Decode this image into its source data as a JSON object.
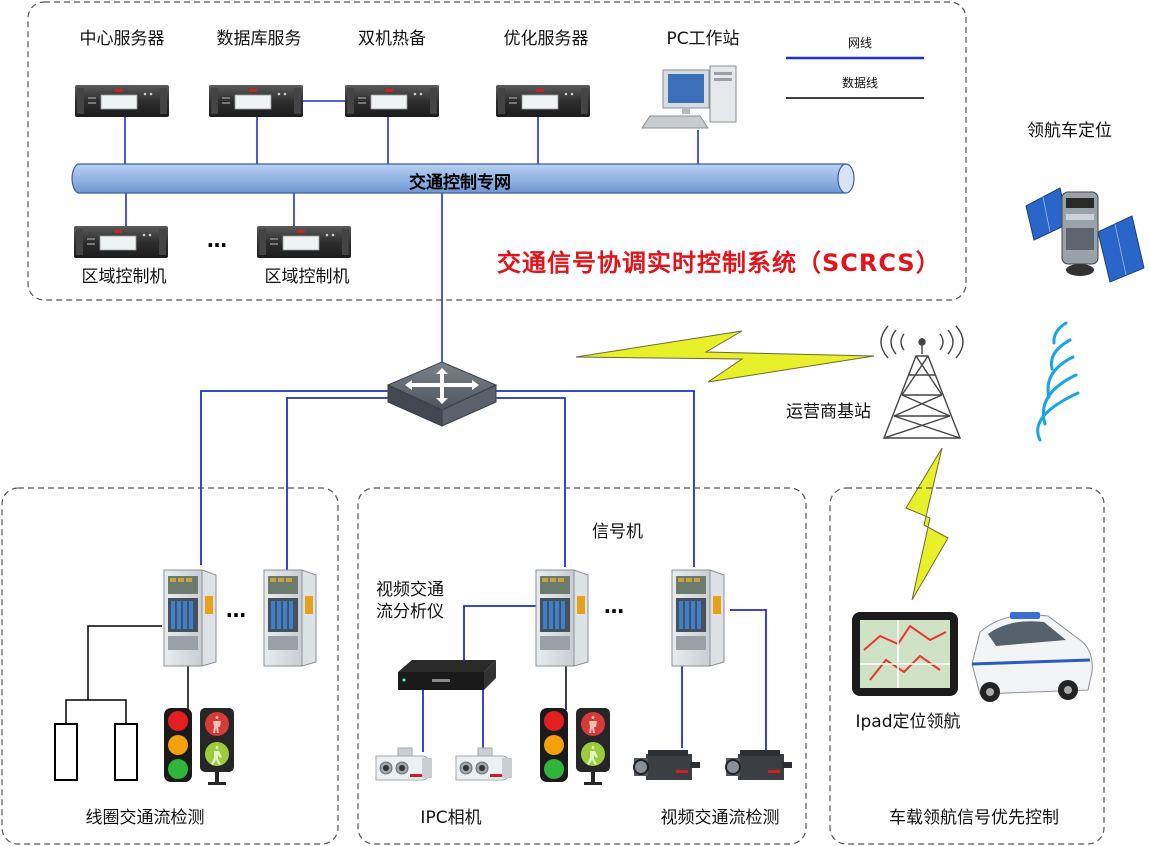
{
  "colors": {
    "network_line": "#1f2fd1",
    "data_line": "#000000",
    "title_red": "#e3131b",
    "bus_fill": "#8fb3e4",
    "bolt_fill": "#e8f02a",
    "signal_waves": "#1aa5e6"
  },
  "legend": {
    "network": "网线",
    "data": "数据线"
  },
  "top_servers": [
    {
      "label": "中心服务器"
    },
    {
      "label": "数据库服务"
    },
    {
      "label": "双机热备"
    },
    {
      "label": "优化服务器"
    },
    {
      "label": "PC工作站"
    }
  ],
  "bus": {
    "label": "交通控制专网"
  },
  "regional": [
    {
      "label": "区域控制机"
    },
    {
      "label": "区域控制机"
    }
  ],
  "ellipsis": "…",
  "system_title": "交通信号协调实时控制系统（SCRCS）",
  "satellite": {
    "label": "领航车定位"
  },
  "base_station": {
    "label": "运营商基站"
  },
  "zones": {
    "loop": {
      "label": "线圈交通流检测"
    },
    "video": {
      "signal_label": "信号机",
      "analyzer_label": "视频交通\n流分析仪",
      "ipc_label": "IPC相机",
      "video_label": "视频交通流检测"
    },
    "vehicle": {
      "ipad_label": "Ipad定位领航",
      "label": "车载领航信号优先控制"
    }
  }
}
